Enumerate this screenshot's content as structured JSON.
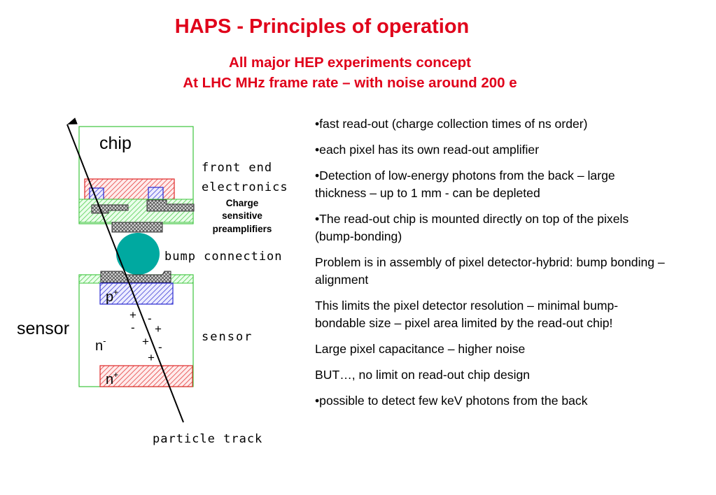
{
  "slide": {
    "title": "HAPS - Principles of operation",
    "subtitle_line1": "All major HEP experiments concept",
    "subtitle_line2": "At LHC MHz frame rate – with noise around 200 e"
  },
  "diagram": {
    "chip_label": "chip",
    "front_end_line1": "front end",
    "front_end_line2": "electronics",
    "charge_line1": "Charge",
    "charge_line2": "sensitive",
    "charge_line3": "preamplifiers",
    "bump_connection": "bump connection",
    "sensor_big": "sensor",
    "sensor_small": "sensor",
    "p_plus": "p",
    "p_plus_sup": "+",
    "n_minus": "n",
    "n_minus_sup": "-",
    "n_plus": "n",
    "n_plus_sup": "+",
    "particle_track": "particle track",
    "charges": [
      "+",
      "-",
      "-",
      "+",
      "+",
      "-",
      "+"
    ],
    "colors": {
      "green_hatch": "#3ec43e",
      "red_hatch": "#e02828",
      "blue_hatch": "#2a2ad0",
      "bump_fill": "#00a9a0",
      "title_red": "#e0001a"
    }
  },
  "bullets": [
    "•fast read-out (charge collection times of ns order)",
    "•each pixel has its own read-out amplifier",
    "•Detection of low-energy photons from the back – large thickness – up to 1 mm - can be depleted",
    "•The read-out chip is mounted directly on top of the pixels (bump-bonding)",
    "Problem is in assembly of pixel detector-hybrid: bump bonding – alignment",
    "This limits the pixel detector resolution – minimal bump-bondable size – pixel area limited by the read-out chip!",
    "Large pixel capacitance – higher noise",
    "BUT…, no limit on read-out chip design",
    "•possible to detect few keV photons from the back"
  ]
}
